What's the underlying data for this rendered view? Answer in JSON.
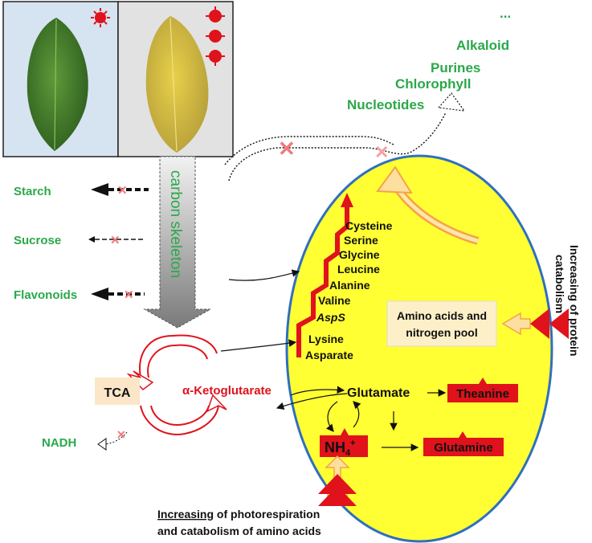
{
  "leaf_panel": {
    "healthy_leaf": "green leaf",
    "stressed_leaf": "yellow leaf",
    "sun_icon_single": "sun-icon",
    "sun_icon_triple": "sun-icon"
  },
  "carbon_skeleton_label": "carbon skeleton",
  "left_products": {
    "starch": "Starch",
    "sucrose": "Sucrose",
    "flavonoids": "Flavonoids"
  },
  "top_products": {
    "ellipsis": "...",
    "alkaloid": "Alkaloid",
    "purines": "Purines",
    "chlorophyll": "Chlorophyll",
    "nucleotides": "Nucleotides"
  },
  "amino_acids": [
    "Cysteine",
    "Serine",
    "Glycine",
    "Leucine",
    "Alanine",
    "Valine",
    "AspS",
    "Lysine",
    "Asparate"
  ],
  "pool_box": {
    "line1": "Amino acids and",
    "line2": "nitrogen pool"
  },
  "right_label": {
    "line1": "Increasing of protein",
    "line2": "catabolism"
  },
  "tca": {
    "label": "TCA",
    "ketoglutarate": "α-Ketoglutarate",
    "nadh": "NADH"
  },
  "nitrogen": {
    "glutamate": "Glutamate",
    "theanine": "Theanine",
    "nh4_base": "NH",
    "nh4_sub": "4",
    "nh4_sup": "+",
    "glutamine": "Glutamine"
  },
  "bottom_label": {
    "line1_underlined": "Increasing",
    "line1_rest": " of photorespiration",
    "line2": "and catabolism of amino acids"
  },
  "colors": {
    "green_text": "#2aa84a",
    "red": "#e0121b",
    "ellipse_fill": "#ffff33",
    "ellipse_stroke": "#2f6fbf",
    "pool_box": "#fdf0c8",
    "tca_box": "#fbe6c8"
  }
}
